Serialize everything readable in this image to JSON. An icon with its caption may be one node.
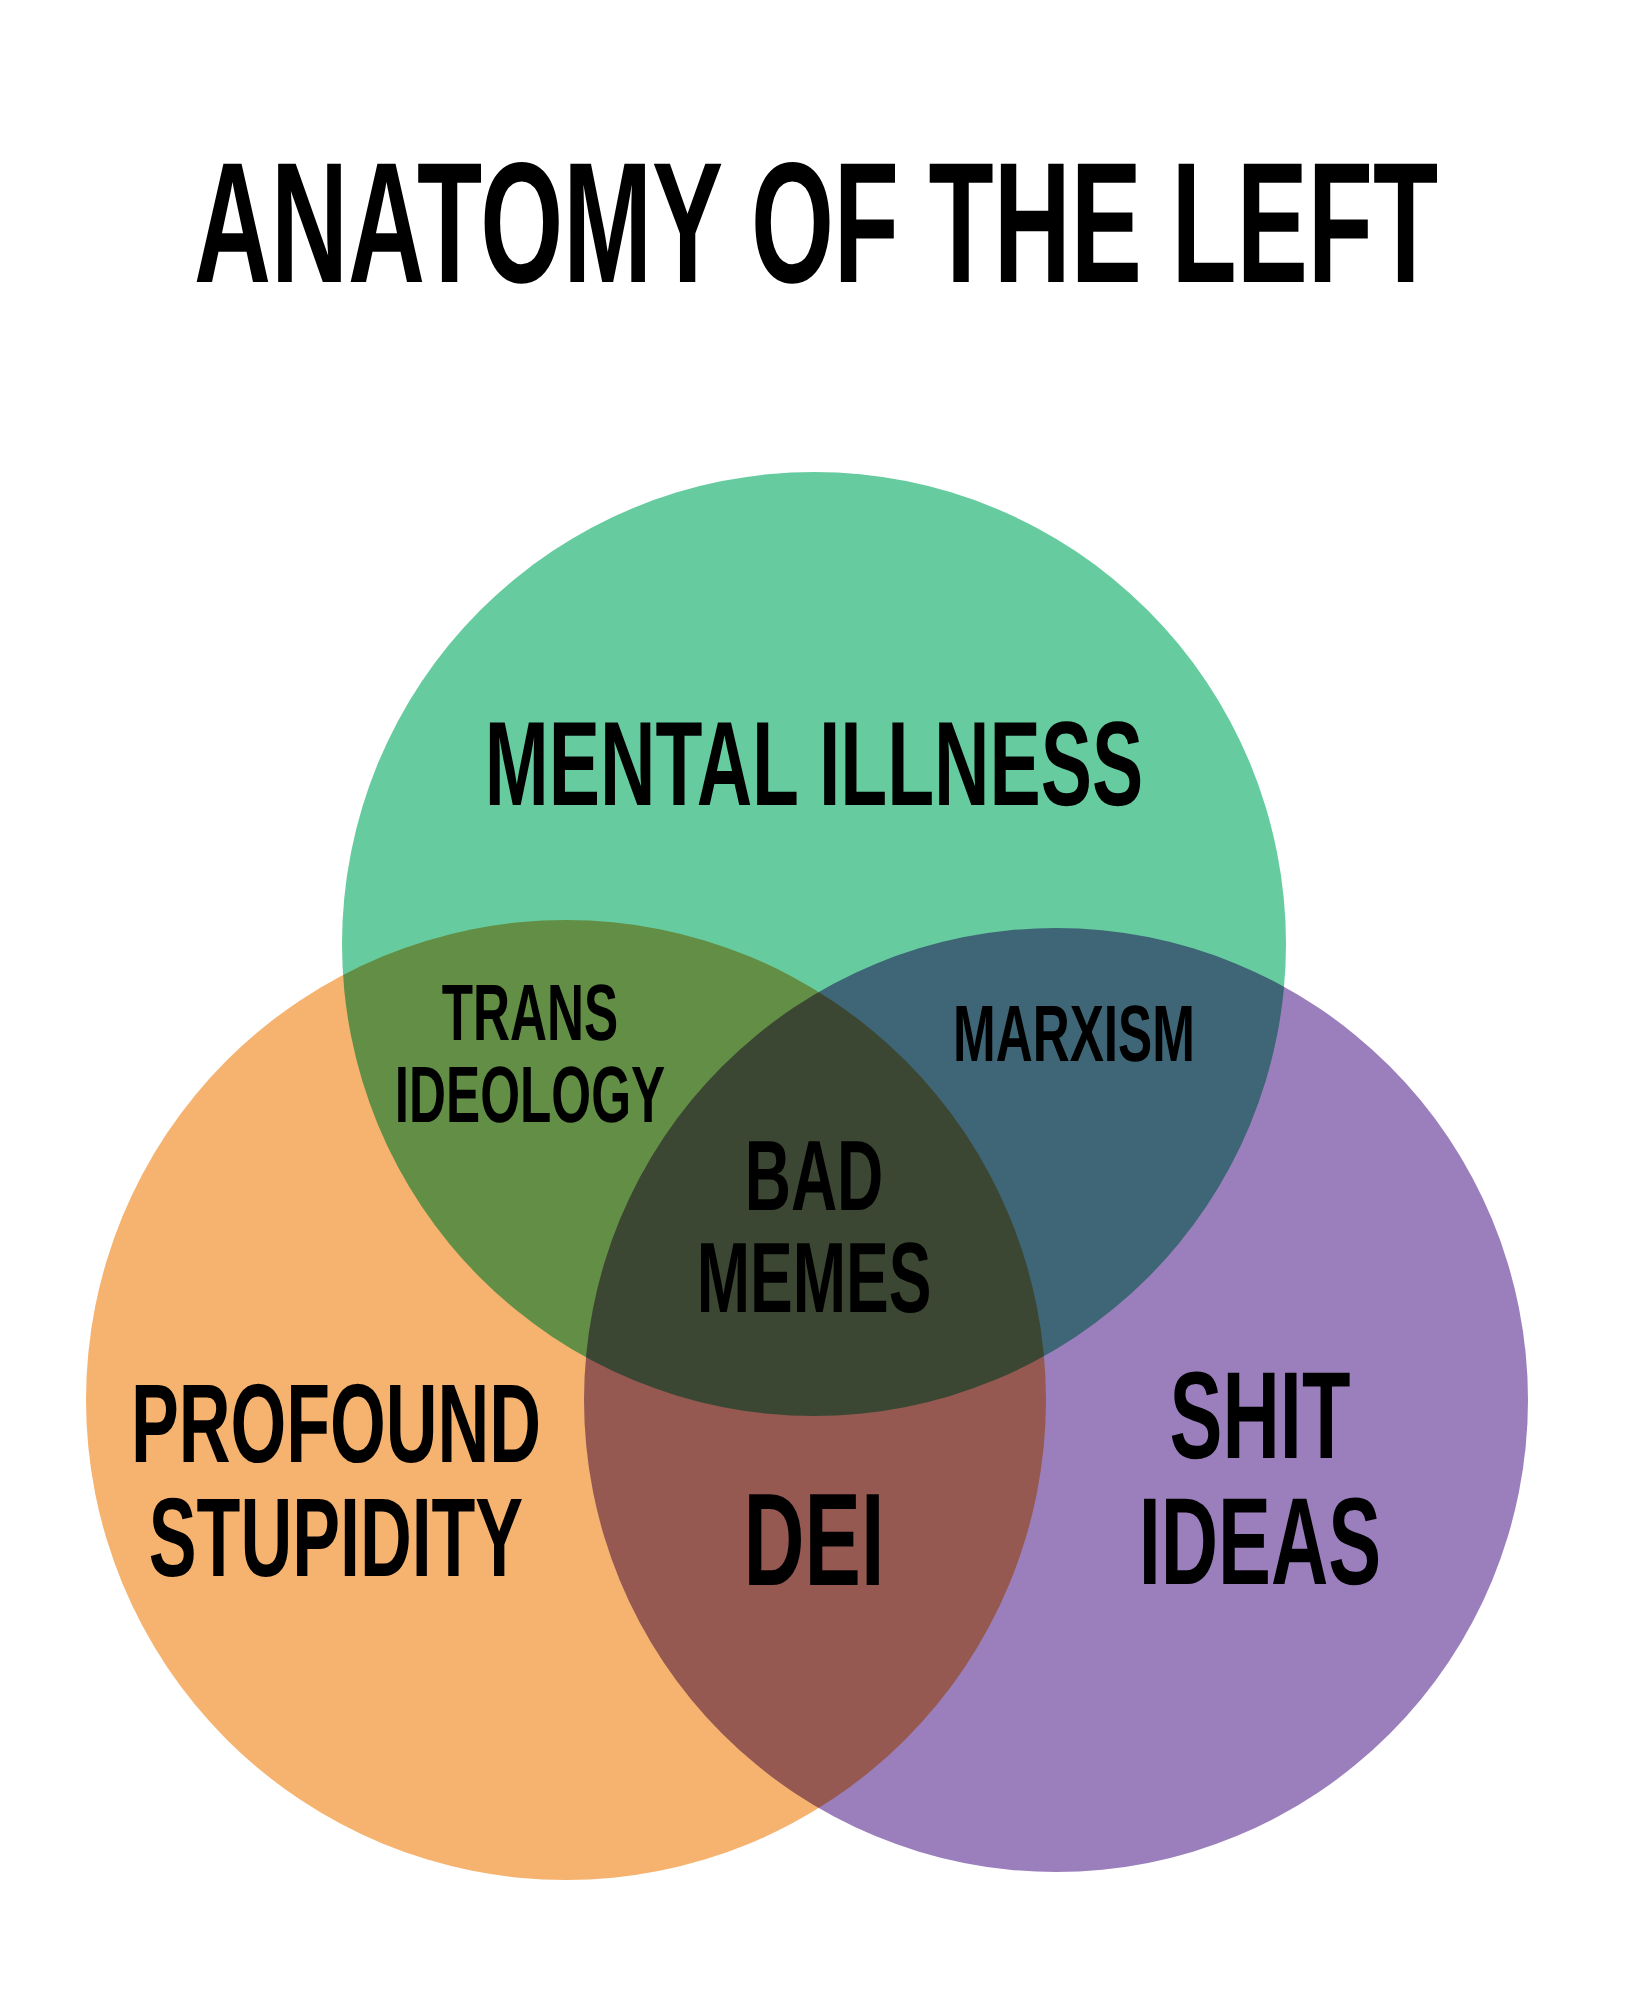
{
  "diagram": {
    "title": "ANATOMY OF THE LEFT",
    "nodes": [
      {
        "text": [
          "MENTAL ILLNESS"
        ]
      },
      {
        "text": [
          "PROFOUND STUPIDITY"
        ]
      },
      {
        "text": [
          "SHIT IDEAS"
        ]
      }
    ],
    "labels": [
      "TRANS IDEOLOGY",
      "MARXISM",
      "BAD MEMES",
      "DEI"
    ]
  }
}
